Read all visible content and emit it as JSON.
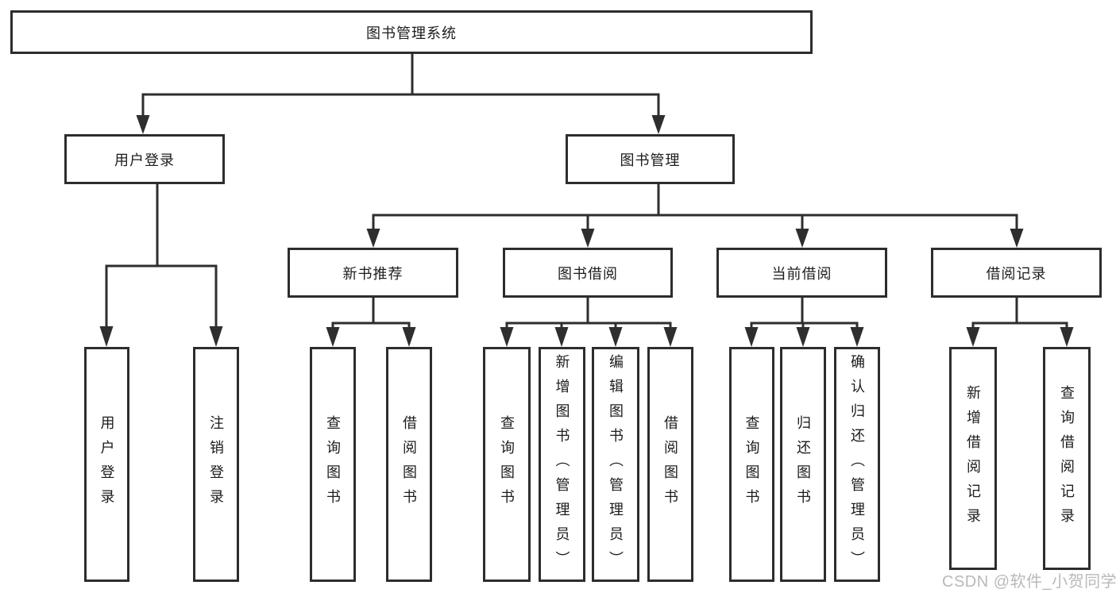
{
  "diagram": {
    "type": "tree",
    "title": "图书管理系统",
    "hierarchy": {
      "label": "图书管理系统",
      "children": [
        {
          "label": "用户登录",
          "children": [
            {
              "label": "用户登录"
            },
            {
              "label": "注销登录"
            }
          ]
        },
        {
          "label": "图书管理",
          "children": [
            {
              "label": "新书推荐",
              "children": [
                {
                  "label": "查询图书"
                },
                {
                  "label": "借阅图书"
                }
              ]
            },
            {
              "label": "图书借阅",
              "children": [
                {
                  "label": "查询图书"
                },
                {
                  "label": "新增图书（管理员）"
                },
                {
                  "label": "编辑图书（管理员）"
                },
                {
                  "label": "借阅图书"
                }
              ]
            },
            {
              "label": "当前借阅",
              "children": [
                {
                  "label": "查询图书"
                },
                {
                  "label": "归还图书"
                },
                {
                  "label": "确认归还（管理员）"
                }
              ]
            },
            {
              "label": "借阅记录",
              "children": [
                {
                  "label": "新增借阅记录"
                },
                {
                  "label": "查询借阅记录"
                }
              ]
            }
          ]
        }
      ]
    }
  },
  "nodes": {
    "root": {
      "label": "图书管理系统"
    },
    "user_login": {
      "label": "用户登录"
    },
    "book_mgmt": {
      "label": "图书管理"
    },
    "new_book_rec": {
      "label": "新书推荐"
    },
    "book_borrow": {
      "label": "图书借阅"
    },
    "current_borrow": {
      "label": "当前借阅"
    },
    "borrow_record": {
      "label": "借阅记录"
    },
    "leaf_user_login": {
      "label": "用户登录"
    },
    "leaf_logout": {
      "label": "注销登录"
    },
    "leaf_query_book_a": {
      "label": "查询图书"
    },
    "leaf_borrow_book_a": {
      "label": "借阅图书"
    },
    "leaf_query_book_b": {
      "label": "查询图书"
    },
    "leaf_add_book": {
      "label": "新增图书（管理员）"
    },
    "leaf_edit_book": {
      "label": "编辑图书（管理员）"
    },
    "leaf_borrow_book_b": {
      "label": "借阅图书"
    },
    "leaf_query_book_c": {
      "label": "查询图书"
    },
    "leaf_return_book": {
      "label": "归还图书"
    },
    "leaf_confirm_return": {
      "label": "确认归还（管理员）"
    },
    "leaf_add_record": {
      "label": "新增借阅记录"
    },
    "leaf_query_record": {
      "label": "查询借阅记录"
    }
  },
  "watermark": {
    "text": "CSDN @软件_小贺同学",
    "color": "#b9b9b9"
  },
  "colors": {
    "line": "#2e2e2e",
    "box_border": "#2d2d2d",
    "text": "#1c1c1c",
    "background": "#ffffff",
    "watermark": "#b9b9b9"
  }
}
